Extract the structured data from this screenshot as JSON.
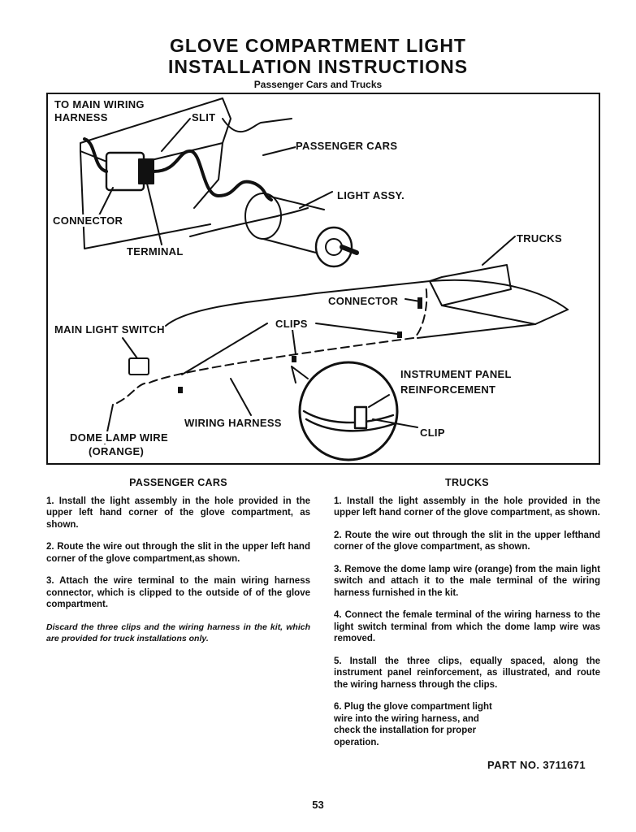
{
  "header": {
    "title_line1": "GLOVE COMPARTMENT LIGHT",
    "title_line2": "INSTALLATION INSTRUCTIONS",
    "subtitle": "Passenger Cars and Trucks"
  },
  "diagram": {
    "labels": {
      "to_main_wiring_harness_1": "TO MAIN WIRING",
      "to_main_wiring_harness_2": "HARNESS",
      "slit": "SLIT",
      "passenger_cars": "PASSENGER CARS",
      "light_assy": "LIGHT ASSY.",
      "connector_top": "CONNECTOR",
      "terminal": "TERMINAL",
      "trucks": "TRUCKS",
      "connector_mid": "CONNECTOR",
      "main_light_switch": "MAIN LIGHT SWITCH",
      "clips": "CLIPS",
      "instrument_panel_1": "INSTRUMENT PANEL",
      "instrument_panel_2": "REINFORCEMENT",
      "wiring_harness": "WIRING HARNESS",
      "clip": "CLIP",
      "dome_lamp_wire_1": "DOME LAMP WIRE",
      "dome_lamp_wire_2": "(ORANGE)"
    }
  },
  "passenger_cars": {
    "heading": "PASSENGER CARS",
    "steps": [
      "1. Install the light assembly in the hole provided in the upper left hand corner of the glove compartment, as shown.",
      "2. Route the wire out through the slit in the upper left hand corner of the glove compartment,as shown.",
      "3. Attach the wire terminal to the main wiring harness connector, which is clipped to the outside of of the glove compartment."
    ],
    "note": "Discard the three clips and the wiring harness in the kit, which are provided for truck installations only."
  },
  "trucks": {
    "heading": "TRUCKS",
    "steps": [
      "1. Install the light assembly in the hole provided in the upper left hand corner of the glove compartment, as shown.",
      "2. Route the wire out through the slit in the upper lefthand corner of the glove compartment, as shown.",
      "3. Remove the dome lamp wire (orange) from the main light switch and attach it to the male terminal of the wiring harness furnished in the kit.",
      "4. Connect the female terminal of the wiring harness to the light switch terminal from which the dome lamp wire was removed.",
      "5. Install the three clips, equally spaced, along the instrument panel reinforcement, as illustrated, and route the wiring harness through the clips.",
      "6. Plug the glove compartment light wire into the wiring harness, and check the installation for proper operation."
    ]
  },
  "footer": {
    "part_no": "PART NO. 3711671",
    "page_number": "53"
  }
}
